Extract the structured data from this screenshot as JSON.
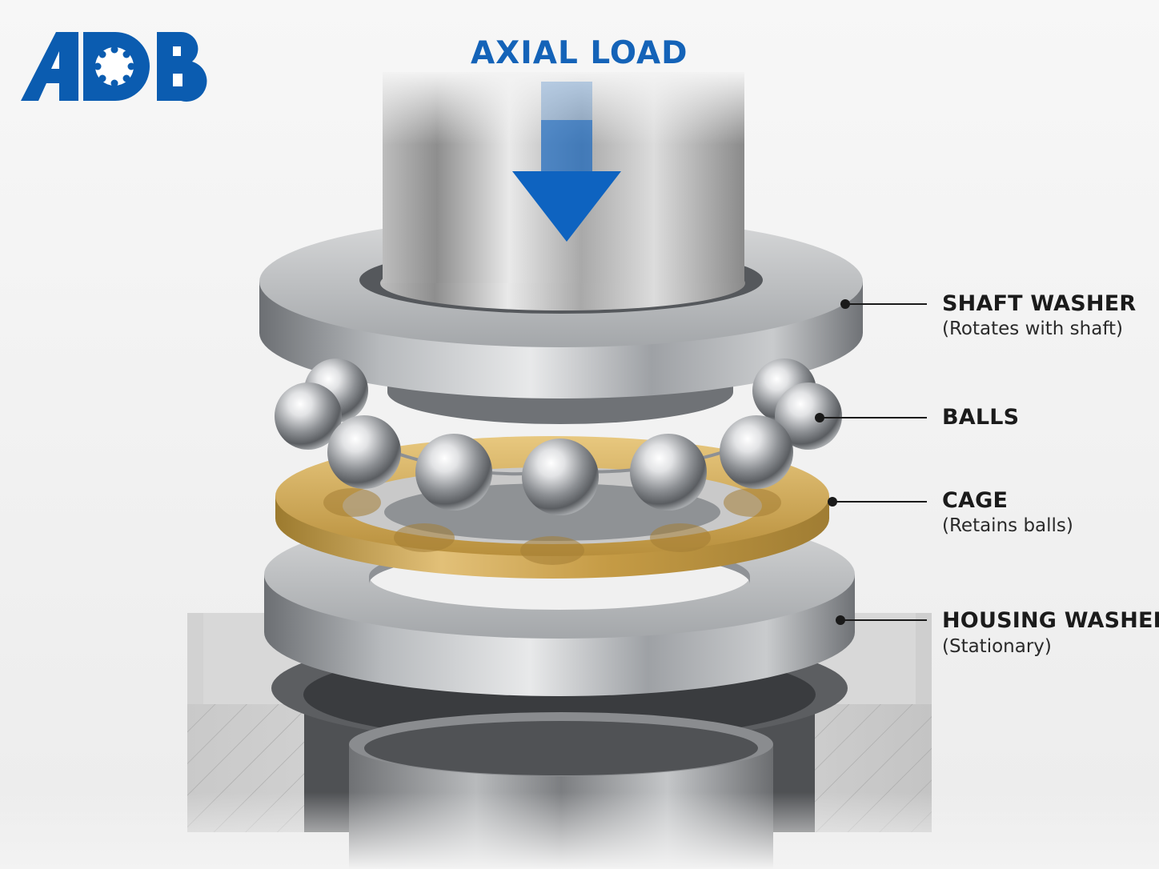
{
  "logo": {
    "text": "ADB",
    "color": "#0b5cb0"
  },
  "load": {
    "title": "AXIAL LOAD",
    "color": "#1463b8"
  },
  "components": [
    {
      "title": "SHAFT WASHER",
      "subtitle": "(Rotates with shaft)"
    },
    {
      "title": "BALLS",
      "subtitle": ""
    },
    {
      "title": "CAGE",
      "subtitle": "(Retains balls)"
    },
    {
      "title": "HOUSING WASHER",
      "subtitle": "(Stationary)"
    }
  ],
  "colors": {
    "steel": "#9a9ea3",
    "brass": "#c9a24e",
    "arrow": "#0e63c0"
  }
}
